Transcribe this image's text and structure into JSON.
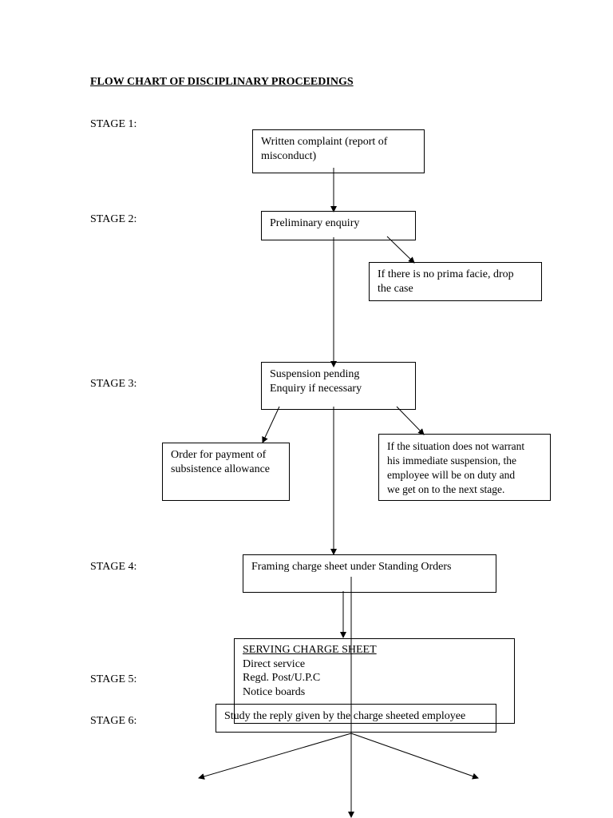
{
  "title": "FLOW CHART OF DISCIPLINARY PROCEEDINGS",
  "stages": {
    "s1": "STAGE 1:",
    "s2": "STAGE 2:",
    "s3": "STAGE 3:",
    "s4": "STAGE 4:",
    "s5": "STAGE 5:",
    "s6": "STAGE 6:"
  },
  "boxes": {
    "complaint": [
      "Written complaint (report of",
      "misconduct)"
    ],
    "preliminary": [
      "Preliminary enquiry"
    ],
    "no_prima_facie": [
      "If there is no prima facie, drop",
      "the case"
    ],
    "suspension": [
      "Suspension pending",
      "Enquiry if necessary"
    ],
    "subsistence": [
      "Order for payment of",
      "subsistence allowance"
    ],
    "no_suspension": [
      "If the situation does not warrant",
      "his immediate suspension, the",
      "employee will be on duty and",
      "we get on to the next stage."
    ],
    "charge_sheet": [
      "Framing charge sheet under Standing Orders"
    ],
    "serving": {
      "heading": "SERVING CHARGE SHEET",
      "items": [
        "Direct service",
        "Regd. Post/U.P.C",
        "Notice boards"
      ]
    },
    "study_reply": [
      "Study the reply given by the charge sheeted employee"
    ]
  }
}
